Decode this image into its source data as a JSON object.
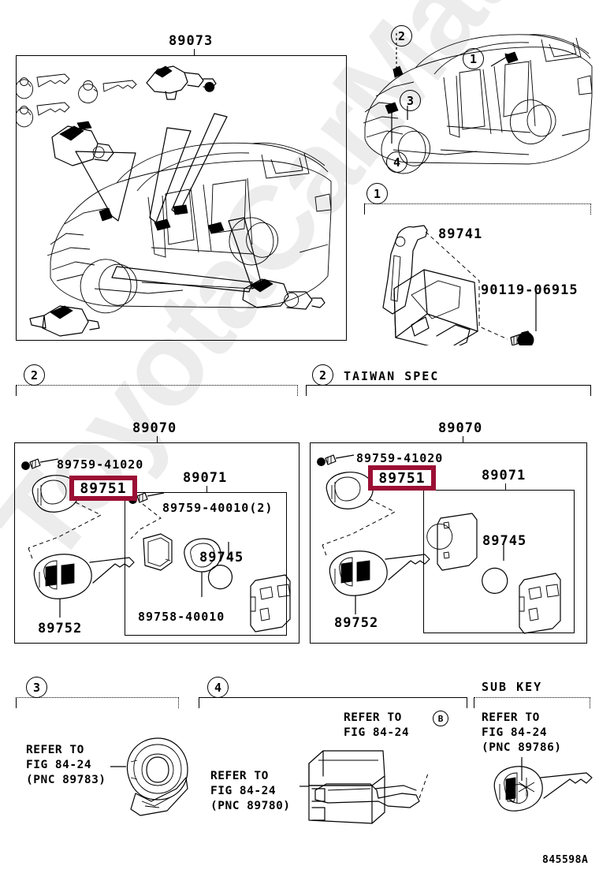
{
  "diagram": {
    "code": "845598A",
    "watermark": "ToyotaCarMate.r"
  },
  "panels": {
    "overview": {
      "part_number": "89073"
    },
    "vehicle_callouts": {
      "c1": "1",
      "c2": "2",
      "c3": "3",
      "c4": "4"
    },
    "ecu": {
      "callout": "1",
      "part_number": "89741",
      "bolt": "90119-06915"
    },
    "key_set_left": {
      "callout": "2",
      "spec": "",
      "outer": "89070",
      "inner": "89071",
      "screw_top": "89759-41020",
      "highlight": "89751",
      "key_blade": "89752",
      "screws_inner": "89759-40010(2)",
      "battery": "89745",
      "cover": "89758-40010"
    },
    "key_set_right": {
      "callout": "2",
      "spec": "TAIWAN SPEC",
      "outer": "89070",
      "inner": "89071",
      "screw_top": "89759-41020",
      "highlight": "89751",
      "key_blade": "89752",
      "battery": "89745"
    },
    "door_switch": {
      "callout": "3",
      "line1": "REFER TO",
      "line2": "FIG 84-24",
      "line3": "(PNC 89783)"
    },
    "ecu_box": {
      "callout": "4",
      "left_line1": "REFER TO",
      "left_line2": "FIG 84-24",
      "left_line3": "(PNC 89780)",
      "right_line1": "REFER TO",
      "right_line2": "FIG 84-24",
      "marker": "B"
    },
    "sub_key": {
      "title": "SUB KEY",
      "line1": "REFER TO",
      "line2": "FIG 84-24",
      "line3": "(PNC 89786)"
    }
  },
  "colors": {
    "highlight_border": "#9B0F34",
    "ink": "#000000",
    "watermark": "#ececec",
    "background": "#ffffff"
  }
}
